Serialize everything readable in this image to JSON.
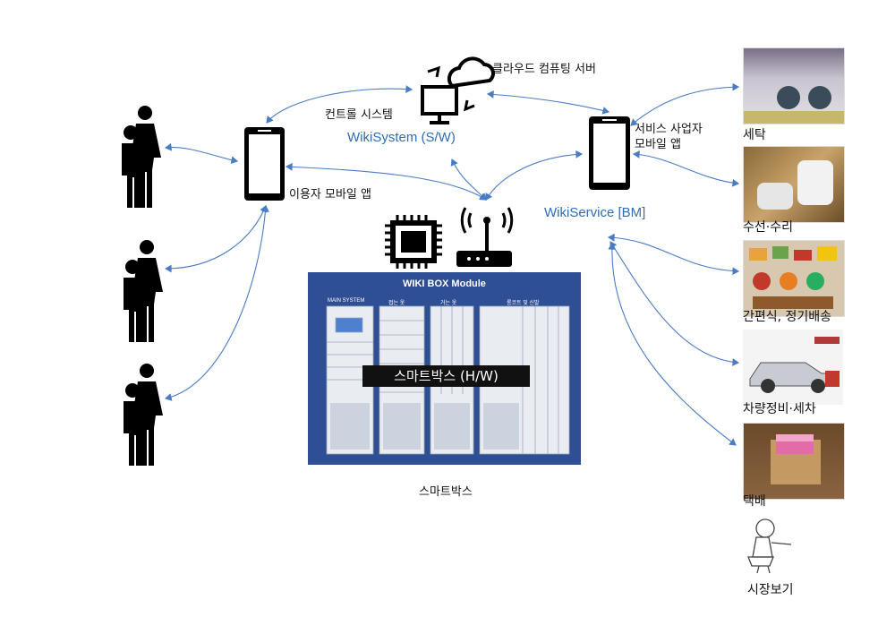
{
  "labels": {
    "cloud_server": "클라우드 컴퓨팅 서버",
    "control_system": "컨트롤 시스템",
    "wikisystem": "WikiSystem (S/W)",
    "user_app": "이용자 모바일 앱",
    "provider_app_line1": "서비스 사업자",
    "provider_app_line2": "모바일 앱",
    "wikiservice": "WikiService [BM]",
    "smartbox": "스마트박스"
  },
  "cabinet": {
    "title": "WIKI BOX Module",
    "columns": [
      "MAIN SYSTEM",
      "접는 옷",
      "거는 옷",
      "롱코트 및 신발"
    ],
    "hw_label": "스마트박스 (H/W)"
  },
  "services": [
    {
      "label": "세탁",
      "icon": "laundry-photo"
    },
    {
      "label": "수선·수리",
      "icon": "repair-photo"
    },
    {
      "label": "간편식, 정기배송",
      "icon": "meal-photo"
    },
    {
      "label": "차량정비·세차",
      "icon": "car-photo"
    },
    {
      "label": "택배",
      "icon": "parcel-photo"
    },
    {
      "label": "시장보기",
      "icon": "shopping-person-icon"
    }
  ],
  "colors": {
    "accent": "#2f6db5",
    "cabinet": "#2e4f93",
    "arrow": "#4a7cc4"
  }
}
